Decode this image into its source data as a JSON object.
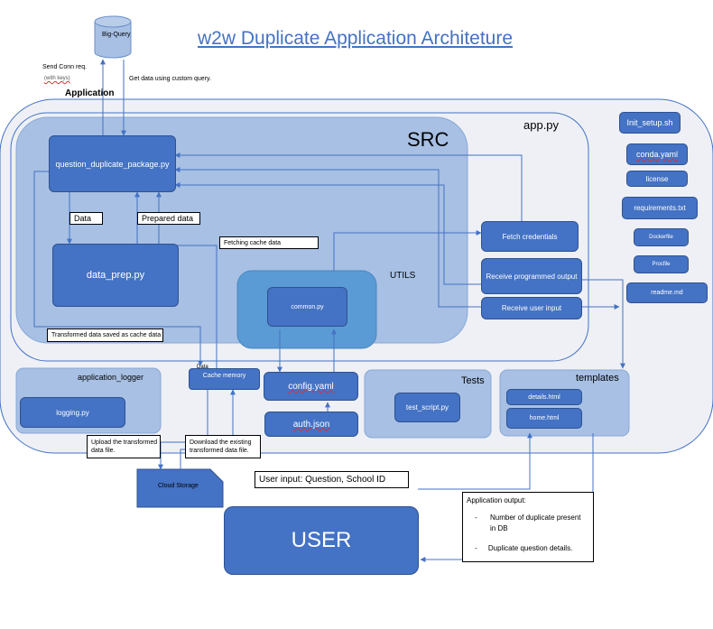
{
  "title": "w2w Duplicate Application Architeture",
  "bigquery": "Big-Query",
  "send_conn_req": "Send Conn req.",
  "send_conn_req_sub": "(with keys)",
  "application_label": "Application",
  "get_data_label": "Get data using custom query.",
  "app_py": "app.py",
  "src": "SRC",
  "question_pkg": "question_duplicate_package.py",
  "data_label": "Data",
  "prepared_data_label": "Prepared data",
  "data_prep": "data_prep.py",
  "fetching_cache": "Fetching cache data",
  "utils": "UTILS",
  "common": "common.py",
  "transformed_saved": "Transformed data saved as cache data",
  "fetch_credentials": "Fetch credentials",
  "receive_programmed_output": "Receive programmed output",
  "receive_user_input": "Receive user input",
  "side_files": [
    "Init_setup.sh",
    "conda.yaml",
    "license",
    "requirements.txt",
    "Dockerfile",
    "Procfile",
    "readme.md"
  ],
  "app_logger": "application_logger",
  "logging": "logging.py",
  "data_small": "Data",
  "cache_memory": "Cache memory",
  "config_yaml": "config.yaml",
  "auth_json": "auth.json",
  "tests": "Tests",
  "test_script": "test_script.py",
  "templates": "templates",
  "details_html": "details.html",
  "home_html": "home.html",
  "upload_transformed": "Upload the transformed data file.",
  "download_existing": "Download the existing transformed data file.",
  "cloud_storage": "Cloud Storage",
  "user_input": "User input: Question, School ID",
  "user": "USER",
  "app_output_title": "Application output:",
  "app_output_items": [
    "Number of duplicate present in DB",
    "Duplicate question details."
  ]
}
